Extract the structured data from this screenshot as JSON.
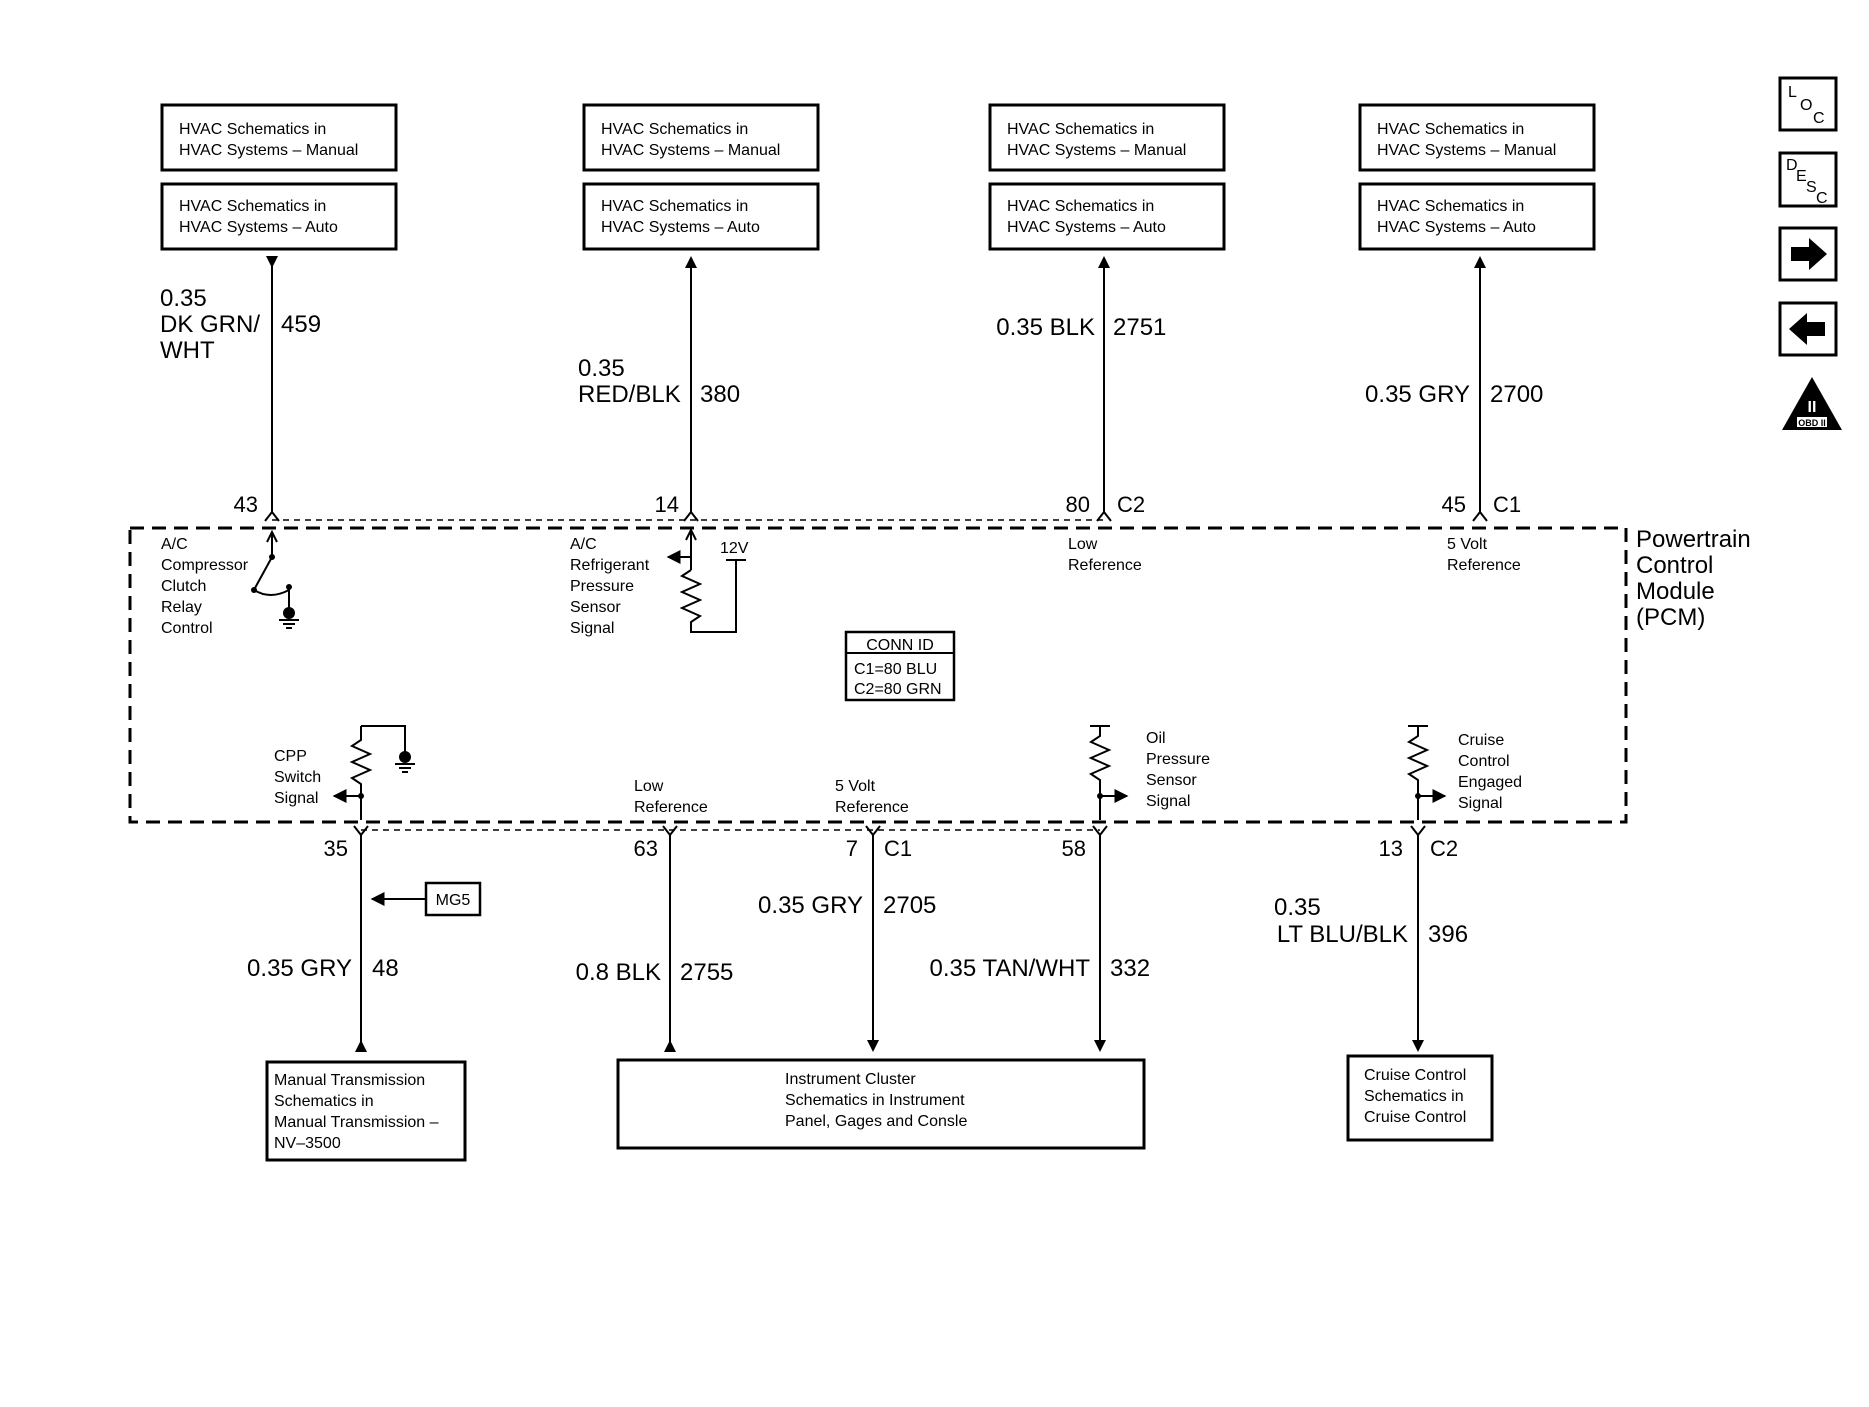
{
  "top_boxes": [
    {
      "line1": "HVAC Schematics in",
      "line2": "HVAC Systems – Manual"
    },
    {
      "line1": "HVAC Schematics in",
      "line2": "HVAC Systems – Auto"
    }
  ],
  "top_wires": [
    {
      "size": "0.35",
      "color_l1": "DK GRN/",
      "color_l2": "WHT",
      "circuit": "459",
      "pin": "43",
      "conn": ""
    },
    {
      "size": "0.35",
      "color_l1": "RED/BLK",
      "circuit": "380",
      "pin": "14",
      "conn": ""
    },
    {
      "label": "0.35 BLK",
      "circuit": "2751",
      "pin": "80",
      "conn": "C2"
    },
    {
      "label": "0.35 GRY",
      "circuit": "2700",
      "pin": "45",
      "conn": "C1"
    }
  ],
  "pcm": {
    "name": [
      "Powertrain",
      "Control",
      "Module",
      "(PCM)"
    ],
    "conn_id": {
      "title": "CONN ID",
      "c1": "C1=80 BLU",
      "c2": "C2=80 GRN"
    },
    "ac_clutch": [
      "A/C",
      "Compressor",
      "Clutch",
      "Relay",
      "Control"
    ],
    "ac_pressure": [
      "A/C",
      "Refrigerant",
      "Pressure",
      "Sensor",
      "Signal"
    ],
    "twelve_v": "12V",
    "low_ref_top": [
      "Low",
      "Reference"
    ],
    "five_v_top": [
      "5 Volt",
      "Reference"
    ],
    "cpp": [
      "CPP",
      "Switch",
      "Signal"
    ],
    "low_ref_bot": [
      "Low",
      "Reference"
    ],
    "five_v_bot": [
      "5 Volt",
      "Reference"
    ],
    "oil": [
      "Oil",
      "Pressure",
      "Sensor",
      "Signal"
    ],
    "cruise": [
      "Cruise",
      "Control",
      "Engaged",
      "Signal"
    ]
  },
  "bottom_wires": [
    {
      "pin": "35",
      "label": "0.35 GRY",
      "circuit": "48"
    },
    {
      "pin": "63",
      "label": "0.8 BLK",
      "circuit": "2755"
    },
    {
      "pin": "7",
      "conn": "C1",
      "label": "0.35 GRY",
      "circuit": "2705"
    },
    {
      "pin": "58",
      "label": "0.35 TAN/WHT",
      "circuit": "332"
    },
    {
      "pin": "13",
      "conn": "C2",
      "size": "0.35",
      "label": "LT BLU/BLK",
      "circuit": "396"
    }
  ],
  "mg5": "MG5",
  "bottom_boxes": {
    "manual_trans": [
      "Manual Transmission",
      "Schematics in",
      "Manual Transmission –",
      "NV–3500"
    ],
    "instrument": [
      "Instrument Cluster",
      "Schematics in Instrument",
      "Panel, Gages and Consle"
    ],
    "cruise": [
      "Cruise Control",
      "Schematics in",
      "Cruise Control"
    ]
  },
  "nav": {
    "loc": [
      "L",
      "O",
      "C"
    ],
    "desc": [
      "D",
      "E",
      "S",
      "C"
    ],
    "obd": "OBD II",
    "obd_mark": "II"
  }
}
